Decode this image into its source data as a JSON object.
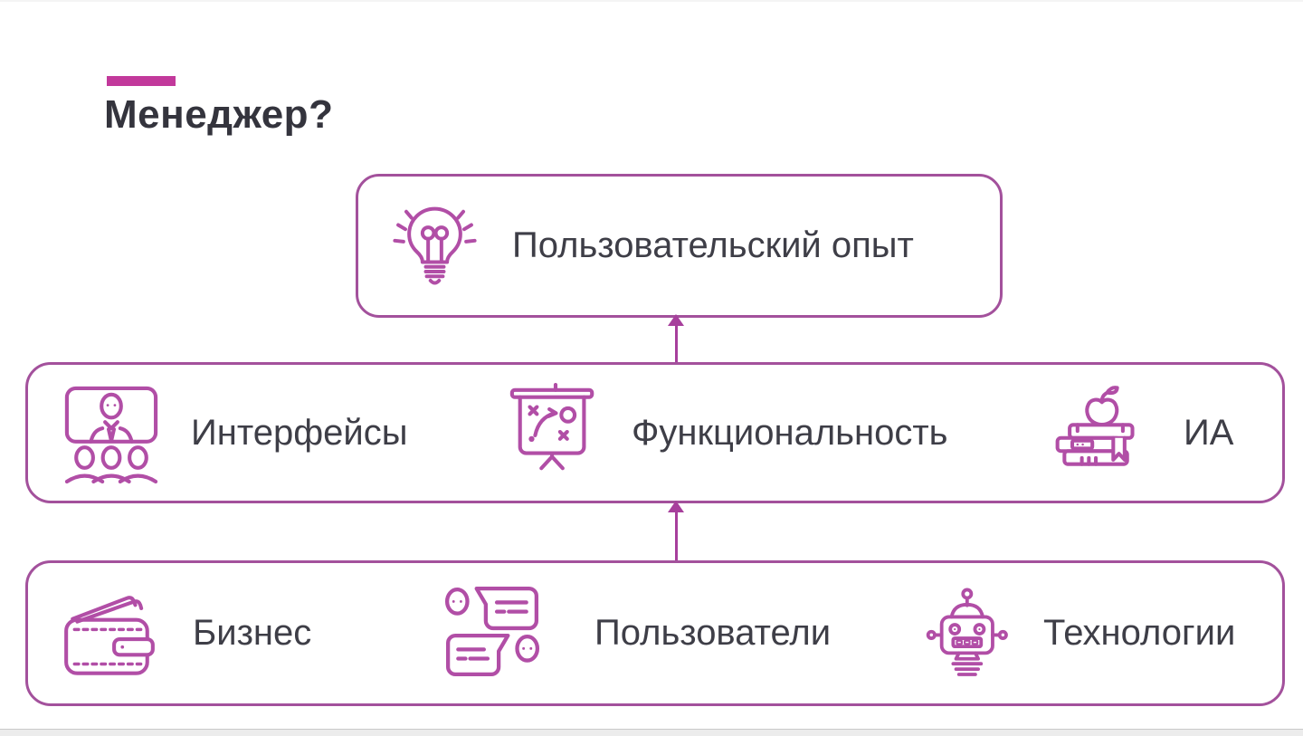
{
  "slide": {
    "title": "Менеджер?",
    "accent_color": "#c2399b",
    "outline_color": "#a3519c",
    "icon_color": "#b14ea6",
    "text_color": "#3e3e47",
    "background": "#ffffff"
  },
  "diagram": {
    "top_box": {
      "icon": "lightbulb-idea-icon",
      "label": "Пользовательский опыт"
    },
    "middle_box": {
      "items": [
        {
          "icon": "presentation-audience-icon",
          "label": "Интерфейсы"
        },
        {
          "icon": "strategy-board-icon",
          "label": "Функциональность"
        },
        {
          "icon": "books-apple-icon",
          "label": "ИА"
        }
      ]
    },
    "bottom_box": {
      "items": [
        {
          "icon": "wallet-icon",
          "label": "Бизнес"
        },
        {
          "icon": "chat-users-icon",
          "label": "Пользователи"
        },
        {
          "icon": "robot-icon",
          "label": "Технологии"
        }
      ]
    },
    "arrows": [
      {
        "from": "bottom_box",
        "to": "middle_box",
        "direction": "up"
      },
      {
        "from": "middle_box",
        "to": "top_box",
        "direction": "up"
      }
    ]
  }
}
